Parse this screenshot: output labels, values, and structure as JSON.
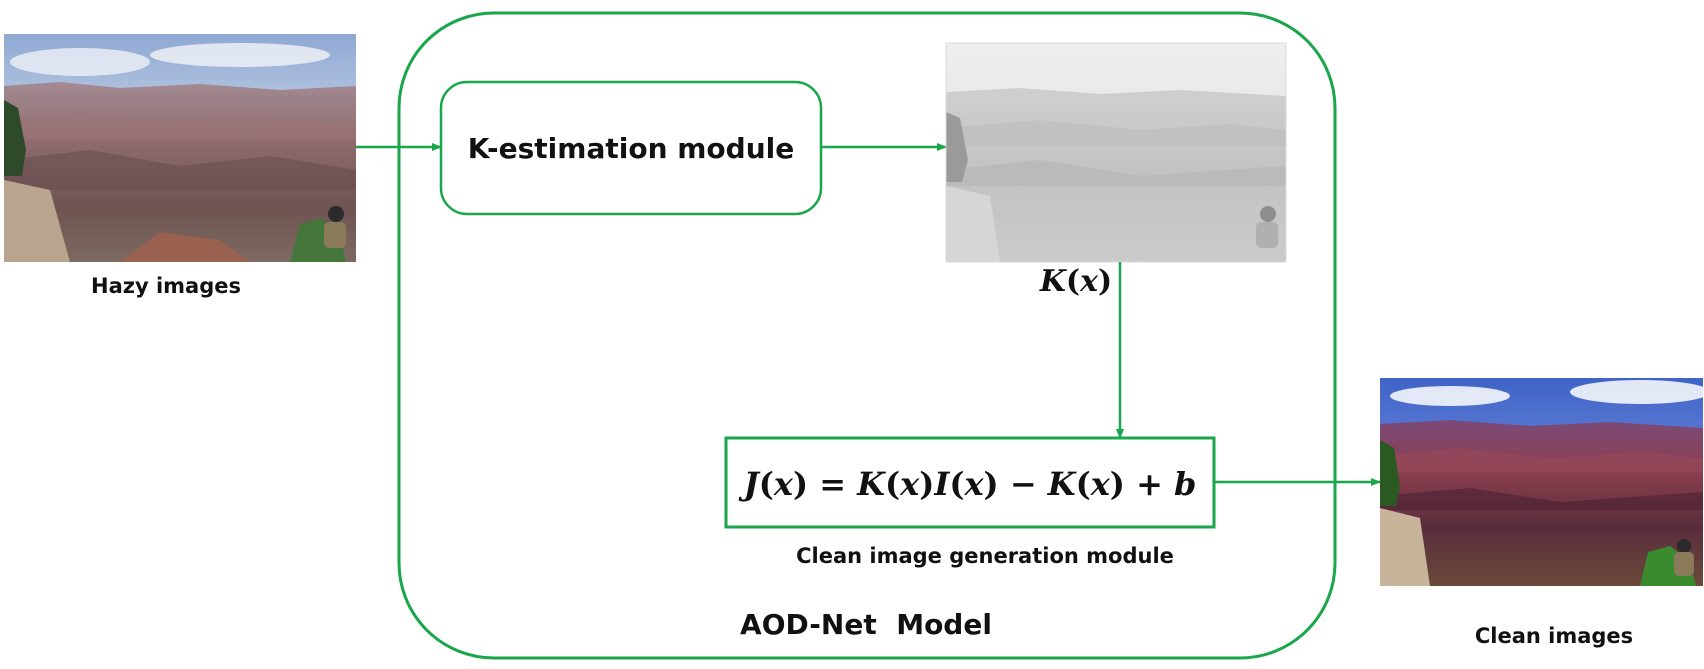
{
  "colors": {
    "accent": "#1aa64a",
    "text": "#111111",
    "background": "#ffffff"
  },
  "nodes": {
    "hazy_image": {
      "caption": "Hazy images"
    },
    "k_estimation": {
      "label": "K-estimation module"
    },
    "k_map": {
      "caption_var": "K",
      "caption_open": "(",
      "caption_arg": "x",
      "caption_close": ")"
    },
    "clean_generation": {
      "formula": {
        "t1": "J",
        "t2": "(",
        "t3": "x",
        "t4": ")",
        "t5": " = ",
        "t6": "K",
        "t7": "(",
        "t8": "x",
        "t9": ")",
        "t10": "I",
        "t11": "(",
        "t12": "x",
        "t13": ")",
        "t14": " − ",
        "t15": "K",
        "t16": "(",
        "t17": "x",
        "t18": ")",
        "t19": " + ",
        "t20": "b"
      },
      "caption": "Clean image generation module"
    },
    "aod_net": {
      "label": "AOD-Net  Model"
    },
    "clean_image": {
      "caption": "Clean images"
    }
  },
  "edges": [
    {
      "from": "hazy_image",
      "to": "k_estimation"
    },
    {
      "from": "k_estimation",
      "to": "k_map"
    },
    {
      "from": "k_map",
      "to": "clean_generation"
    },
    {
      "from": "clean_generation",
      "to": "clean_image"
    }
  ]
}
